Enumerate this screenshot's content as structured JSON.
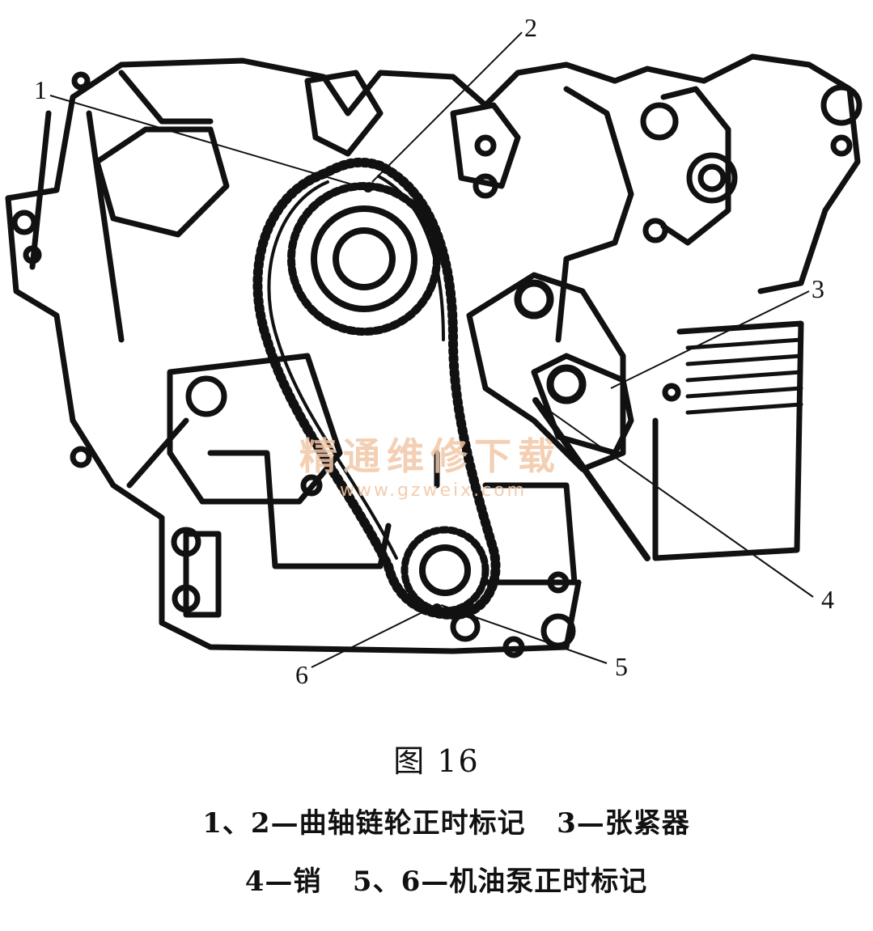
{
  "watermark": {
    "text": "精通维修下载",
    "url": "www.gzweix.com"
  },
  "callouts": {
    "c1": "1",
    "c2": "2",
    "c3": "3",
    "c4": "4",
    "c5": "5",
    "c6": "6"
  },
  "caption": {
    "title": "图 16",
    "legend_line_1": "1、2—曲轴链轮正时标记   3—张紧器",
    "legend_line_2": "4—销   5、6—机油泵正时标记"
  },
  "colors": {
    "ink": "#111111",
    "watermark": "#f2c7a8",
    "background": "#ffffff"
  }
}
